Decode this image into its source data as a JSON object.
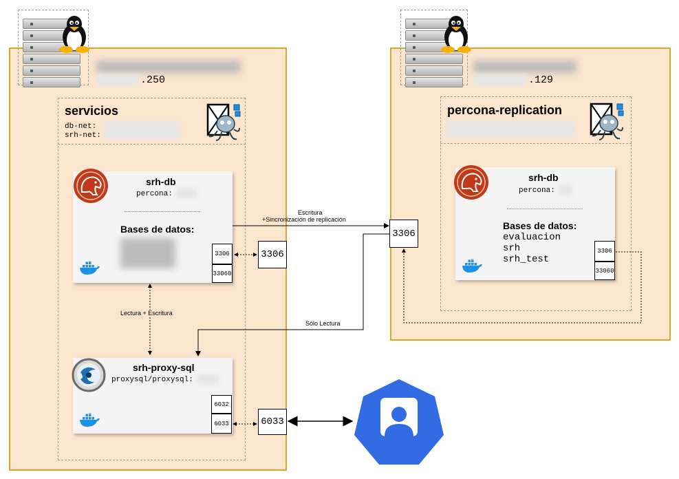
{
  "host1": {
    "ip_suffix": ".250"
  },
  "host2": {
    "ip_suffix": ".129"
  },
  "servicios": {
    "title": "servicios",
    "net1": "db-net:",
    "net2": "srh-net:"
  },
  "replication": {
    "title": "percona-replication"
  },
  "srh_db_left": {
    "title": "srh-db",
    "image": "percona:",
    "bases_title": "Bases de datos:",
    "port_a": "3306",
    "port_b": "33060"
  },
  "srh_db_right": {
    "title": "srh-db",
    "image": "percona:",
    "bases_title": "Bases de datos:",
    "databases": [
      "evaluacion",
      "srh",
      "srh_test"
    ],
    "port_a": "3306",
    "port_b": "33060"
  },
  "proxy": {
    "title": "srh-proxy-sql",
    "image": "proxysql/proxysql:",
    "port_a": "6032",
    "port_b": "6033"
  },
  "exposed": {
    "left_db": "3306",
    "right_db": "3306",
    "proxy": "6033"
  },
  "edges": {
    "write_line1": "Escritura",
    "write_line2": "+Sincronización de replicación",
    "read_write": "Lectura + Escritura",
    "read_only": "Sólo Lectura"
  },
  "colors": {
    "host_fill": "#fce5cd",
    "host_border": "#d6a827",
    "percona": "#c0391b",
    "docker": "#1d91e6",
    "user": "#326ce5"
  },
  "icons": [
    "linux-server-icon",
    "tux-icon",
    "docker-compose-icon",
    "percona-icon",
    "docker-icon",
    "proxysql-icon",
    "user-icon"
  ]
}
